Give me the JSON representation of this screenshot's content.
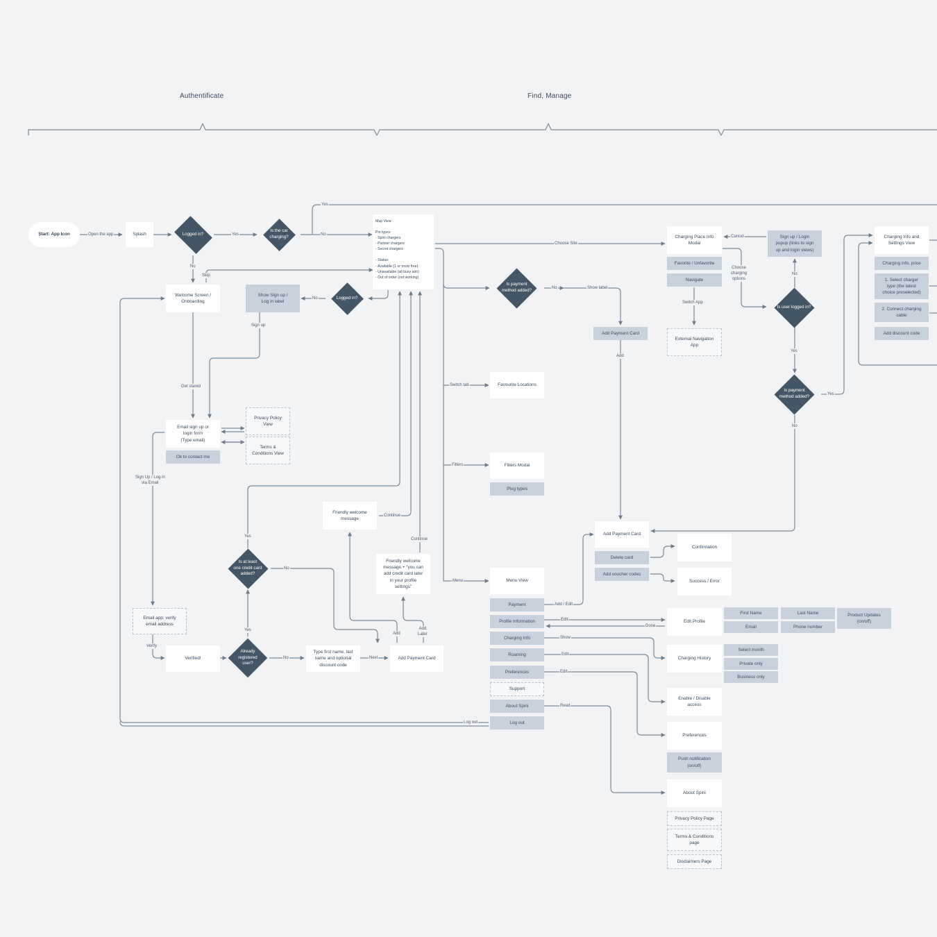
{
  "sections": {
    "auth": "Authentificate",
    "find": "Find, Manage"
  },
  "nodes": {
    "start": "Start: App Icon",
    "splash": "Splash",
    "map_view": "Map View\n\nPin types:\n- Spirii chargers\n- Partner chargers\n- Secret chargers\n\n- Status:\n  - Available (1 or more free)\n  - Unavailable (all busy atm)\n  - Out of order (not working)",
    "welcome": "Welcome Screen /\nOnboarding",
    "show_signup": "Show Sign up /\nLog in label",
    "email_form": "Email sign up or\nlogin form\n(Type email)",
    "ok_contact": "Ok to contact me",
    "privacy_view": "Privacy Policy\nView",
    "terms_view": "Terms &\nConditions View",
    "email_app": "Email app: verify\nemail address",
    "verified": "Verified!",
    "type_name": "Type first name, last\nname and optional\ndiscount code",
    "add_payment_card_1": "Add Payment Card",
    "friendly_welcome": "Friendly welcome\nmessage",
    "friendly_welcome_2": "Friendly welcome\nmessage + \"you can\nadd credit card later\nin your profile\nsettings\"",
    "favourite_locations": "Favourite Locations",
    "filters_modal": "Filters Modal",
    "plug_types": "Plug types",
    "menu_view": "Menu View",
    "payment": "Payment",
    "profile_info": "Profile Information",
    "charging_info": "Charging Info",
    "roaming": "Roaming",
    "preferences_menu": "Preferences",
    "support": "Support",
    "about_spirii_menu": "About Spirii",
    "log_out": "Log out",
    "add_payment_card_2": "Add Payment Card",
    "add_payment_card_3": "Add Payment Card",
    "delete_card": "Delete card",
    "add_voucher": "Add voucher codes",
    "confirmation": "Confirmation",
    "success_error": "Success / Error",
    "charging_place_modal": "Charging Place Info\nModal",
    "fav_unfav": "Favorite / Unfavorite",
    "navigate": "Navigate",
    "external_nav": "External Navigation\nApp",
    "signup_popup": "Sign up / Login\npopup (links to sign\nup and login views)",
    "charging_settings": "Charging Info and\nSettings View",
    "charging_price": "Charging info, price",
    "select_charger": "1. Select charger\ntype (the latest\nchoice preselected)",
    "connect_cable": "2. Connect charging\ncable",
    "add_discount": "Add discount code",
    "edit_profile": "Edit Profile",
    "first_name": "First Name",
    "last_name": "Last Name",
    "email": "Email",
    "phone": "Phone number",
    "product_updates": "Product Updates\n(on/off)",
    "charging_history": "Charging History",
    "select_month": "Select month",
    "private_only": "Private only",
    "business_only": "Business only",
    "enable_access": "Enable / Disable\naccess",
    "preferences": "Preferences",
    "push_notification": "Push notification\n(on/off)",
    "about_spirii": "About Spirii",
    "privacy_page": "Privacy Policy Page",
    "terms_page": "Terms & Conditions\npage",
    "disclaimers_page": "Disclaimers Page"
  },
  "decisions": {
    "logged_in_1": "Logged in?",
    "car_charging": "Is the car\ncharging?",
    "logged_in_2": "Logged in?",
    "credit_card_added": "Is at least\none credit card\nadded?",
    "already_registered": "Already\nregistered\nuser?",
    "payment_added_1": "Is payment\nmethod added?",
    "user_logged_in": "Is user logged in?",
    "payment_added_2": "Is payment\nmethod added?"
  },
  "labels": {
    "open_app": "Open the app",
    "yes_1": "Yes",
    "no_1": "No",
    "yes_top": "Yes",
    "no_2": "No",
    "skip": "Skip",
    "no_3": "No",
    "sign_up": "Sign up",
    "get_stared": "Get stared",
    "signup_email": "Sign Up / Log in\nvia Email",
    "verify": "Verify",
    "no_4": "No",
    "next": "Next",
    "yes_2": "Yes",
    "yes_3": "Yes",
    "no_5": "No",
    "add": "Add",
    "add_later": "Add\nLater",
    "continue_1": "Continue",
    "continue_2": "Continue",
    "choose_site": "Choose Site",
    "no_6": "No",
    "show_label": "Show label",
    "add_2": "Add",
    "switch_tab": "Switch tab",
    "filters": "Filters",
    "menu": "Menu",
    "add_edit": "Add / Edit",
    "edit_1": "Edit",
    "done": "Done",
    "show": "Show",
    "edit_2": "Edit",
    "edit_3": "Edit",
    "read": "Read",
    "log_out": "Log out",
    "cancel": "Cancel",
    "choose_options": "Choose\ncharging\noptions",
    "switch_app": "Switch App",
    "no_7": "No",
    "yes_4": "Yes",
    "no_8": "No",
    "yes_5": "Yes"
  },
  "colors": {
    "background": "#f1f3f5",
    "decision": "#445566",
    "gray_box": "#c9d2dc",
    "line": "#7d8b98"
  }
}
